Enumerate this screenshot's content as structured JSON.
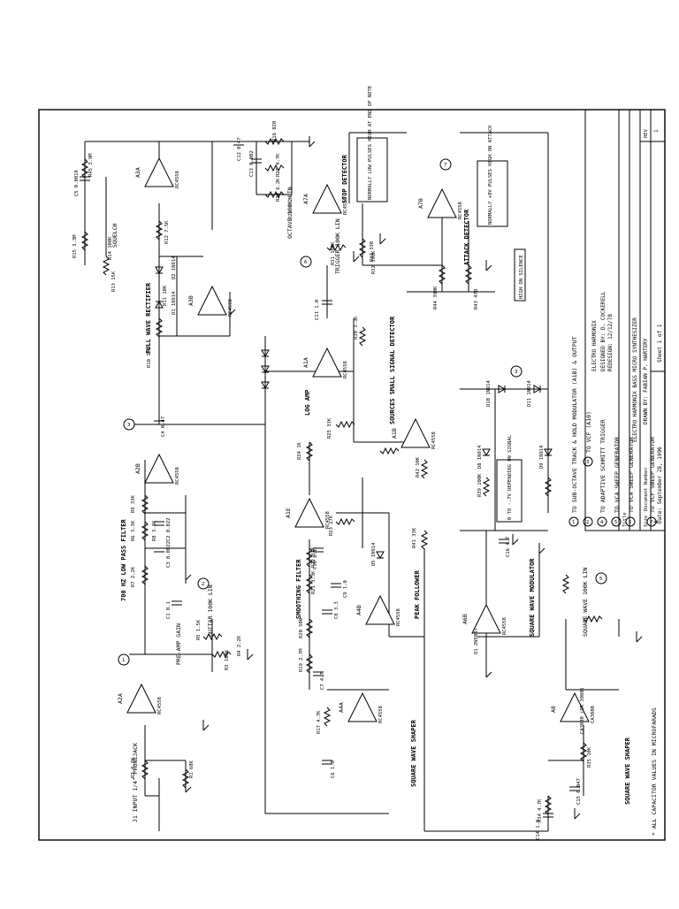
{
  "title_block": {
    "company": "ELECTRO HARMONIX",
    "designed_by": "DESIGNED BY: D. COCKERELL",
    "redesign": "REDESIGN: 12/12/78",
    "title_label": "Title",
    "title": "ELECTRO HARMONIX BASS MICRO SYNTHESIZER",
    "size_label": "Size",
    "size": "A",
    "doc_label": "Document Number",
    "drawn_by": "DRAWN BY: FABIAN P. HARTERY",
    "rev_label": "REV",
    "rev": "1",
    "date": "Date:  September 28, 1996",
    "sheet": "Sheet   1   of   1"
  },
  "legend": [
    {
      "num": "1",
      "text": "TO SUB-OCTAVE TRACK & HOLD MODULATOR (A1B) & OUTPUT"
    },
    {
      "num": "2",
      "text": "TO VCF (A10)"
    },
    {
      "num": "3",
      "text": "TO VCF (A10)"
    },
    {
      "num": "4",
      "text": "TO ADAPTIVE SCHMITT TRIGGER"
    },
    {
      "num": "5",
      "text": "TO VCA SWEEP GENERATOR"
    },
    {
      "num": "6",
      "text": "TO VCA SWEEP GENERATOR"
    },
    {
      "num": "7",
      "text": "TO VCF SWEEP GENERATOR"
    }
  ],
  "footnote": "* ALL CAPACITOR VALUES IN MICROFARADS",
  "sections": {
    "input": "J1 INPUT 1/4\" PHONEJACK",
    "preamp": "PRE-AMP GAIN",
    "lpf": "700 HZ LOW PASS FILTER",
    "rectifier": "FULL WAVE RECTIFIER",
    "squelch": "SQUELCH",
    "octave": "OCTAVE 100K LIN",
    "trigger": "TRIGGER 100K LIN",
    "stop_detector": "STOP DETECTOR",
    "attack_detector": "ATTACK DETECTOR",
    "log_amp": "LOG AMP",
    "sources": "SOURCES SMALL SIGNAL DETECTOR",
    "smoothing": "SMOOTHING FILTER",
    "peak_follower": "PEAK FOLLOWER",
    "sq_shaper": "SQUARE WAVE SHAPER",
    "sq_modulator": "SQUARE WAVE MODULATOR",
    "sq_shaper2": "SQUARE WAVE SHAPER",
    "high_silence": "HIGH ON SILENCE",
    "note_stop": "NORMALLY LOW PULSES HIGH AT END OF NOTE",
    "note_attack": "NORMALLY +8V PULSES HIGH ON ATTACK",
    "zero_note": "0 TO -.7V DEPENDING ON SIGNAL",
    "guitar": "GUITAR 100K LIN",
    "sq_level": "SQUARE WAVE 100K LIN"
  },
  "opamps": [
    {
      "id": "A1A",
      "part": "RC4558"
    },
    {
      "id": "A1B",
      "part": "RC4558"
    },
    {
      "id": "A2A",
      "part": "RC4558"
    },
    {
      "id": "A2B",
      "part": "RC4558"
    },
    {
      "id": "A3A",
      "part": "RC4558"
    },
    {
      "id": "A3B",
      "part": "RC4558"
    },
    {
      "id": "A4A",
      "part": "RC4558"
    },
    {
      "id": "A4B",
      "part": "RC4558"
    },
    {
      "id": "A5A",
      "part": "RC4558"
    },
    {
      "id": "A5B",
      "part": "RC4558"
    },
    {
      "id": "A6A",
      "part": "RC4558"
    },
    {
      "id": "A6B",
      "part": "RC4558"
    },
    {
      "id": "A7A",
      "part": "RC4558"
    },
    {
      "id": "A7B",
      "part": "RC4558"
    },
    {
      "id": "A8",
      "part": "CA3080"
    }
  ],
  "parts": {
    "R1": "R1 68K",
    "R2": "R2 4.7K",
    "R3": "R3 100K",
    "R4": "R4 2.2K",
    "R5": "R5 1.5K",
    "R6": "R6 3.3K",
    "R7": "R7 2.2K",
    "R8": "R8 3.3K",
    "R9": "R9 33K",
    "R10": "R10 10K",
    "R11": "R11 10K",
    "R12": "R12 7.5K",
    "R13": "R13 15K",
    "R14": "R14 100K",
    "R15": "R15 3.3M",
    "R16": "R16 820",
    "R17": "R17 4.7K",
    "R20": "R20 500",
    "R21": "R21 3.3K",
    "R22": "R22 33K",
    "R23": "R23 27K",
    "R24": "R24 1K",
    "R25": "R25 33K",
    "R27": "R27 4.7K",
    "R28": "R28 6.2K",
    "R29": "R29 6.2K",
    "R30": "R30 3.3K",
    "R31": "R31 100K",
    "R32": "R32 390K",
    "R33": "R33 330",
    "R34": "R34 4.7K",
    "R35": "R35 10K",
    "R39": "R39 100K",
    "R41": "R41 33K",
    "R42": "R42 10K",
    "R43": "R43 470",
    "R44": "R44 390K",
    "R45": "R45 3.9M",
    "R19": "R19 2.7M",
    "C1": "C1 0.1",
    "C2": "C2 0.022",
    "C3": "C3 0.0022",
    "C4": "C4 0.47",
    "C5": "C5 0.0018",
    "C6": "C6 1.0",
    "C7": "C7 4.7",
    "C8": "C8 3.3",
    "C9": "C9 1.0",
    "C10": "C10 0.1",
    "C11": "C11 1.0",
    "C12": "C12 0.47",
    "C13": "C13 0.002",
    "C14": "C14 1.0",
    "C15": "C15 0.047",
    "C16": "C16 4.7",
    "D1": "D1 1N914",
    "D2": "D2 1N914",
    "D5": "D5 1N914",
    "D8": "D8 1N914",
    "D9": "D9 1N914",
    "D10": "D10 1N914",
    "D11": "D11 1N914",
    "Q1": "Q1 2N5087",
    "Z1": "CA3080 (OR 3080)"
  },
  "nodes": [
    "1",
    "2",
    "3",
    "4",
    "5",
    "6",
    "7"
  ]
}
